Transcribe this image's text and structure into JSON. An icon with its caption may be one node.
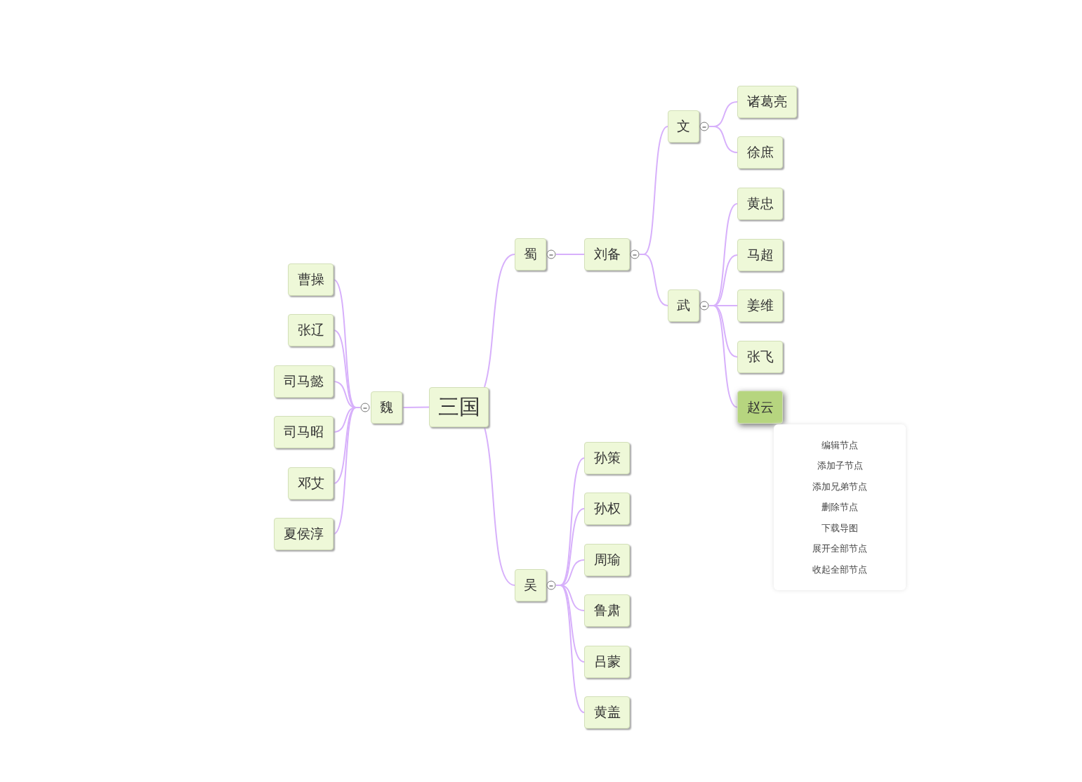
{
  "diagram": {
    "nodes": [
      {
        "text": [
          "三国"
        ]
      },
      {
        "text": [
          "蜀"
        ]
      },
      {
        "text": [
          "刘备"
        ]
      },
      {
        "text": [
          "文"
        ]
      },
      {
        "text": [
          "诸葛亮"
        ]
      },
      {
        "text": [
          "徐庶"
        ]
      },
      {
        "text": [
          "武"
        ]
      },
      {
        "text": [
          "黄忠"
        ]
      },
      {
        "text": [
          "马超"
        ]
      },
      {
        "text": [
          "姜维"
        ]
      },
      {
        "text": [
          "张飞"
        ]
      },
      {
        "text": [
          "赵云"
        ]
      },
      {
        "text": [
          "魏"
        ]
      },
      {
        "text": [
          "曹操"
        ]
      },
      {
        "text": [
          "张辽"
        ]
      },
      {
        "text": [
          "司马懿"
        ]
      },
      {
        "text": [
          "司马昭"
        ]
      },
      {
        "text": [
          "邓艾"
        ]
      },
      {
        "text": [
          "夏侯淳"
        ]
      },
      {
        "text": [
          "吴"
        ]
      },
      {
        "text": [
          "孙策"
        ]
      },
      {
        "text": [
          "孙权"
        ]
      },
      {
        "text": [
          "周瑜"
        ]
      },
      {
        "text": [
          "鲁肃"
        ]
      },
      {
        "text": [
          "吕蒙"
        ]
      },
      {
        "text": [
          "黄盖"
        ]
      },
      {
        "text": [
          "编辑节点",
          "添加子节点",
          "添加兄弟节点",
          "删除节点",
          "下载导图",
          "展开全部节点",
          "收起全部节点"
        ]
      }
    ],
    "edges": [
      {
        "from": 0,
        "to": 1,
        "arrow": "none"
      },
      {
        "from": 1,
        "to": 2,
        "arrow": "none"
      },
      {
        "from": 2,
        "to": 3,
        "arrow": "none"
      },
      {
        "from": 3,
        "to": 4,
        "arrow": "none"
      },
      {
        "from": 3,
        "to": 5,
        "arrow": "none"
      },
      {
        "from": 2,
        "to": 6,
        "arrow": "none"
      },
      {
        "from": 6,
        "to": 7,
        "arrow": "none"
      },
      {
        "from": 6,
        "to": 8,
        "arrow": "none"
      },
      {
        "from": 6,
        "to": 9,
        "arrow": "none"
      },
      {
        "from": 6,
        "to": 10,
        "arrow": "none"
      },
      {
        "from": 6,
        "to": 11,
        "arrow": "none"
      },
      {
        "from": 0,
        "to": 12,
        "arrow": "none"
      },
      {
        "from": 12,
        "to": 13,
        "arrow": "none"
      },
      {
        "from": 12,
        "to": 14,
        "arrow": "none"
      },
      {
        "from": 12,
        "to": 15,
        "arrow": "none"
      },
      {
        "from": 12,
        "to": 16,
        "arrow": "none"
      },
      {
        "from": 12,
        "to": 17,
        "arrow": "none"
      },
      {
        "from": 12,
        "to": 18,
        "arrow": "none"
      },
      {
        "from": 0,
        "to": 19,
        "arrow": "none"
      },
      {
        "from": 19,
        "to": 20,
        "arrow": "none"
      },
      {
        "from": 19,
        "to": 21,
        "arrow": "none"
      },
      {
        "from": 19,
        "to": 22,
        "arrow": "none"
      },
      {
        "from": 19,
        "to": 23,
        "arrow": "none"
      },
      {
        "from": 19,
        "to": 24,
        "arrow": "none"
      },
      {
        "from": 19,
        "to": 25,
        "arrow": "none"
      }
    ]
  }
}
